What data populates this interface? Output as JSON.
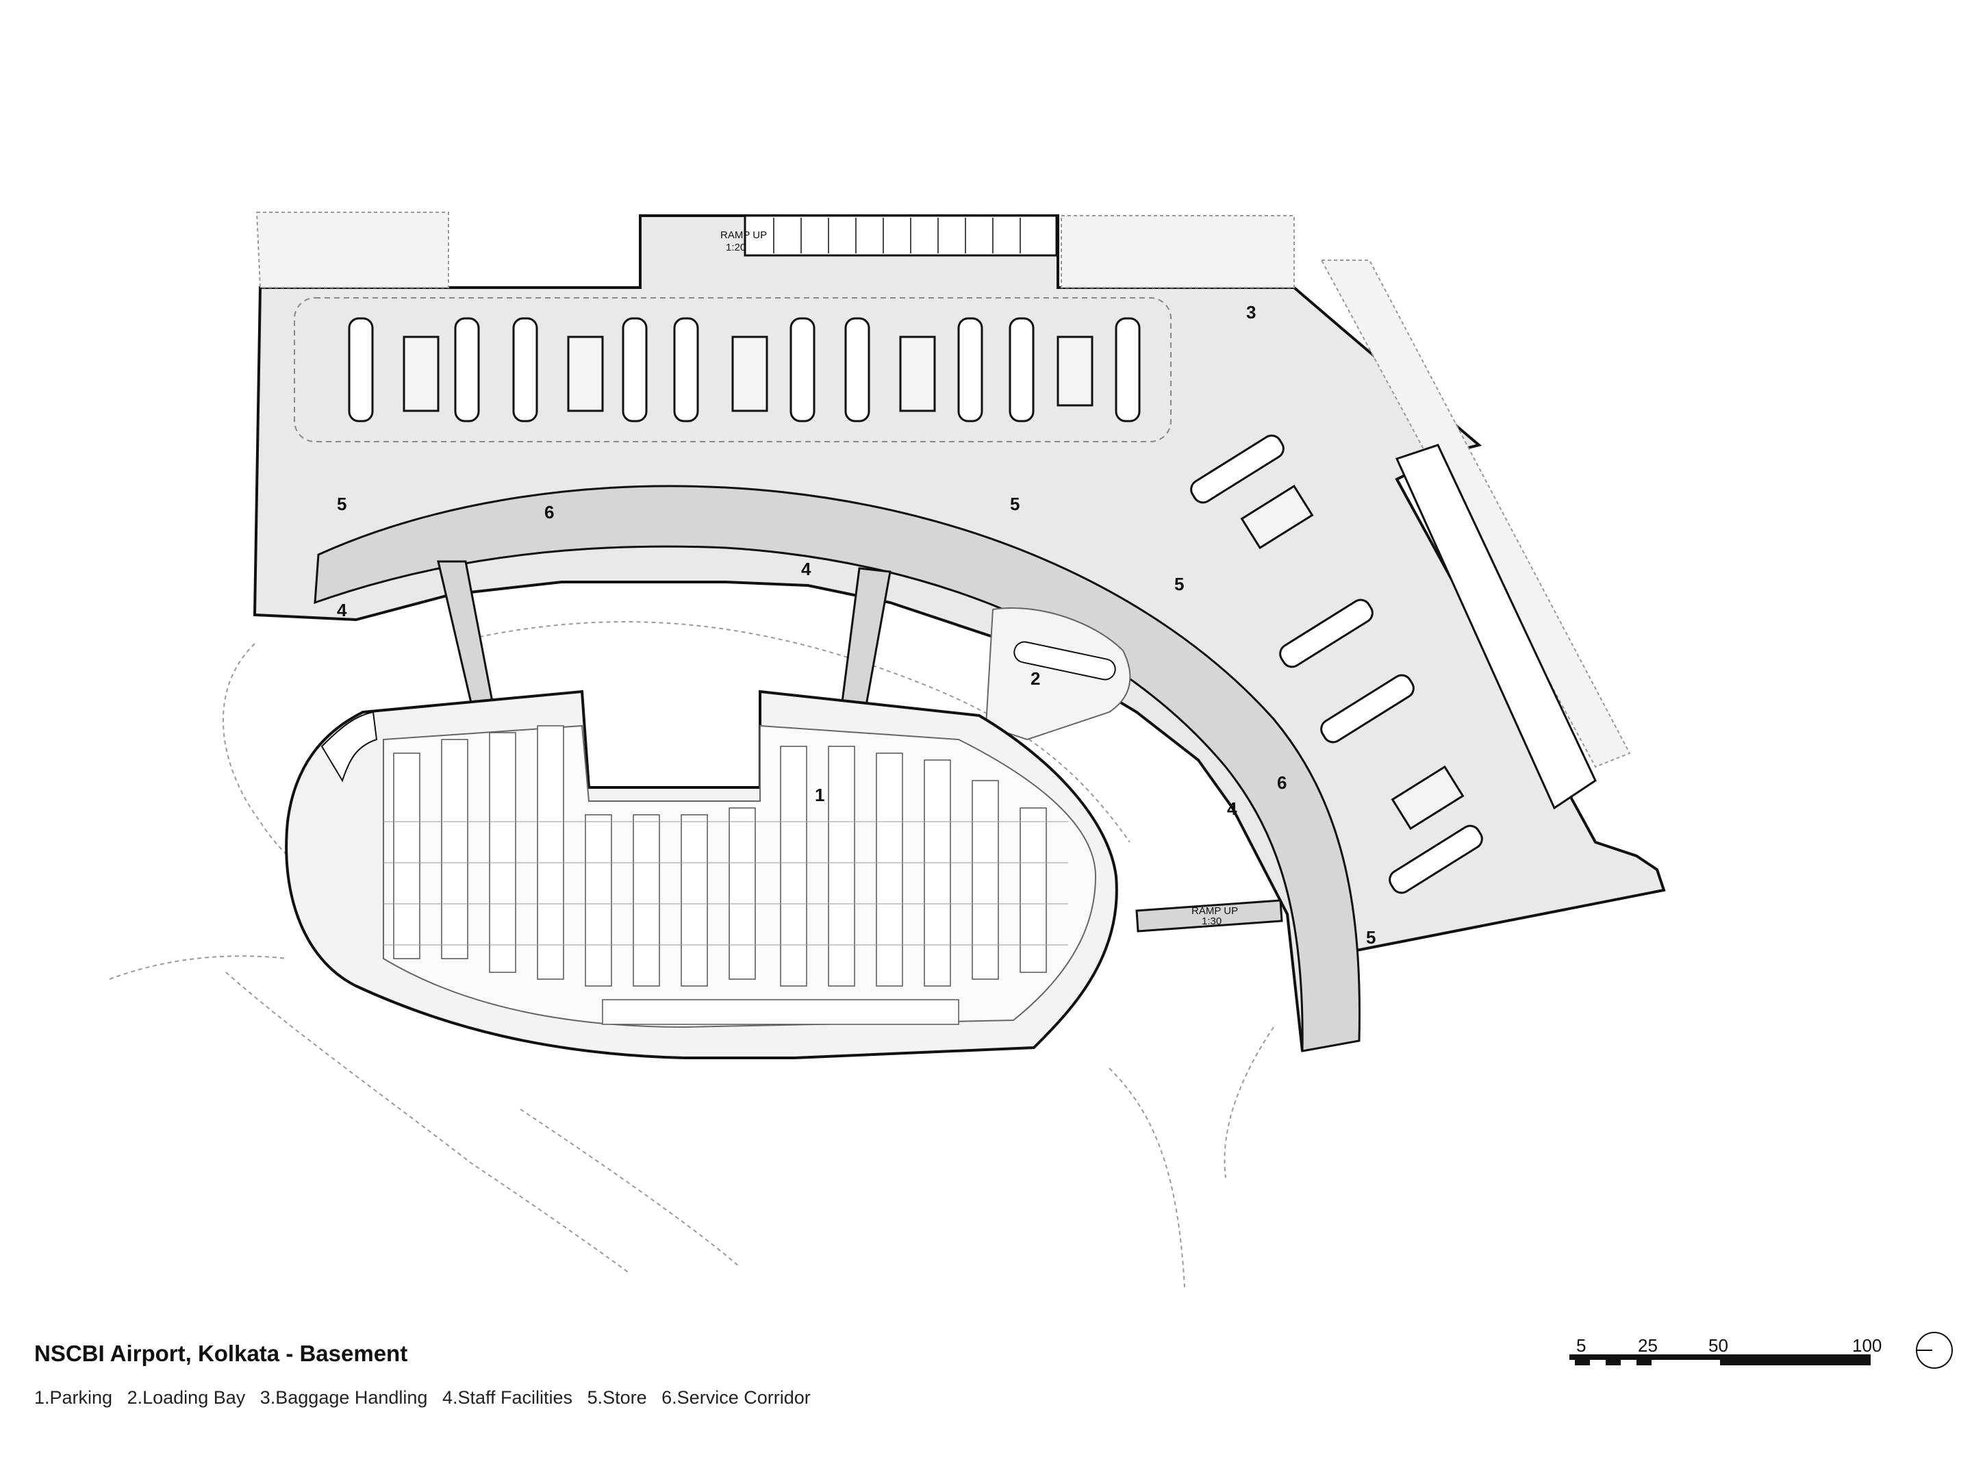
{
  "title": "NSCBI Airport, Kolkata - Basement",
  "legend": [
    "1.Parking",
    "2.Loading Bay",
    "3.Baggage Handling",
    "4.Staff Facilities",
    "5.Store",
    "6.Service Corridor"
  ],
  "zone_labels": {
    "parking": "1",
    "loading_bay": "2",
    "baggage_handling": "3",
    "staff_w": "4",
    "staff_c": "4",
    "staff_e": "4",
    "store_nw": "5",
    "store_n": "5",
    "store_ne": "5",
    "store_se": "5",
    "corridor_n": "6",
    "corridor_e": "6"
  },
  "ramps": {
    "north_line1": "RAMP UP",
    "north_line2": "1:20",
    "south_line1": "RAMP UP",
    "south_line2": "1:30"
  },
  "scale_bar": {
    "ticks": [
      "5",
      "25",
      "50",
      "100"
    ]
  },
  "colors": {
    "floor_fill": "#e9e9e9",
    "corridor_fill": "#d6d6d6",
    "line": "#111111",
    "site_line": "#9a9a9a"
  }
}
